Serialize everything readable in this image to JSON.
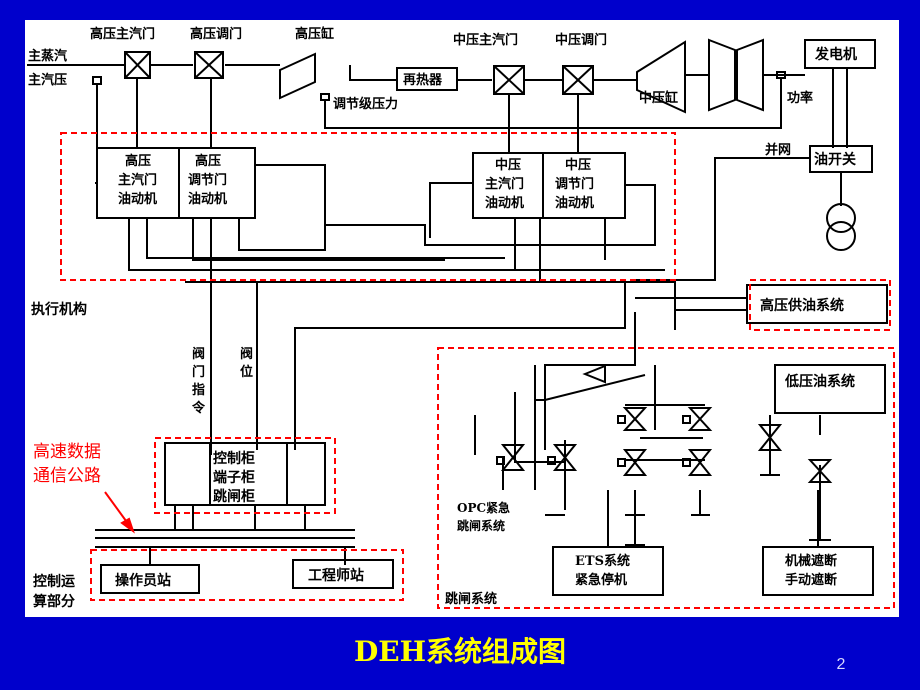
{
  "title": "DEH系统组成图",
  "page_number": "2",
  "colors": {
    "background": "#0000cc",
    "title": "#ffff00",
    "dashed_group": "#ff0000",
    "annotation": "#ff0000"
  },
  "labels": {
    "main_steam": "主蒸汽",
    "main_steam_pressure": "主汽压",
    "hp_stop_valve": "高压主汽门",
    "hp_control_valve": "高压调门",
    "hp_cylinder": "高压缸",
    "governing_stage_pressure": "调节级压力",
    "reheater": "再热器",
    "ip_stop_valve": "中压主汽门",
    "ip_control_valve": "中压调门",
    "ip_cylinder": "中压缸",
    "generator": "发电机",
    "power": "功率",
    "grid_connection": "并网",
    "oil_switch": "油开关",
    "hp_stop_actuator": [
      "高压",
      "主汽门",
      "油动机"
    ],
    "hp_control_actuator": [
      "高压",
      "调节门",
      "油动机"
    ],
    "ip_stop_actuator": [
      "中压",
      "主汽门",
      "油动机"
    ],
    "ip_control_actuator": [
      "中压",
      "调节门",
      "油动机"
    ],
    "actuators": "执行机构",
    "hp_oil_supply": "高压供油系统",
    "lp_oil_system": "低压油系统",
    "valve_command": [
      "阀",
      "门",
      "指",
      "令"
    ],
    "valve_position": [
      "阀",
      "位"
    ],
    "cabinets": [
      "控制柜",
      "端子柜",
      "跳闸柜"
    ],
    "highway": [
      "高速数据",
      "通信公路"
    ],
    "control_computing": [
      "控制运",
      "算部分"
    ],
    "operator_station": "操作员站",
    "engineer_station": "工程师站",
    "opc": [
      "OPC紧急",
      "跳闸系统"
    ],
    "ets": [
      "ETS系统",
      "紧急停机"
    ],
    "manual_trip": [
      "机械遮断",
      "手动遮断"
    ],
    "trip_system": "跳闸系统"
  }
}
